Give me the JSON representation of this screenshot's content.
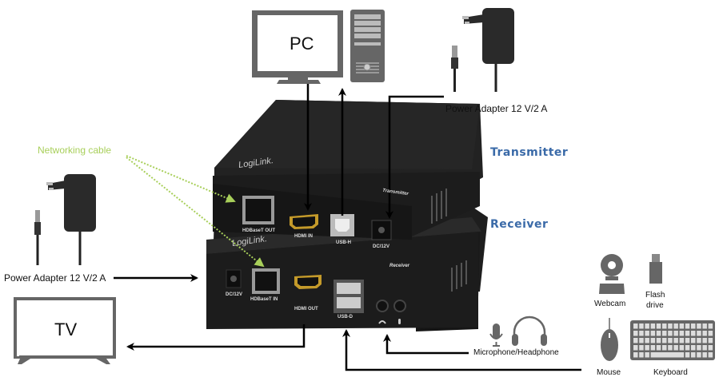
{
  "devices": {
    "pc": {
      "label": "PC"
    },
    "tv": {
      "label": "TV"
    },
    "transmitter": {
      "label": "Transmitter",
      "brand": "LogiLink.",
      "side_label": "Transmitter",
      "ports": [
        "HDBaseT OUT",
        "HDMI IN",
        "USB-H",
        "DC/12V"
      ]
    },
    "receiver": {
      "label": "Receiver",
      "brand": "LogiLink.",
      "side_label": "Receiver",
      "ports": [
        "DC/12V",
        "HDBaseT IN",
        "HDMI OUT",
        "USB-D"
      ]
    },
    "power_adapter_top": {
      "label": "Power Adapter 12 V/2 A"
    },
    "power_adapter_left": {
      "label": "Power Adapter 12 V/2 A"
    },
    "audio": {
      "label": "Microphone/Headphone"
    },
    "webcam": {
      "label": "Webcam"
    },
    "flash_drive": {
      "label_line1": "Flash",
      "label_line2": "drive"
    },
    "mouse": {
      "label": "Mouse"
    },
    "keyboard": {
      "label": "Keyboard"
    }
  },
  "annotations": {
    "networking_cable": "Networking cable"
  },
  "colors": {
    "title_blue": "#3a6aa8",
    "cable_green": "#a8cf5a",
    "icon_gray": "#666666",
    "device_black": "#1c1c1c"
  }
}
